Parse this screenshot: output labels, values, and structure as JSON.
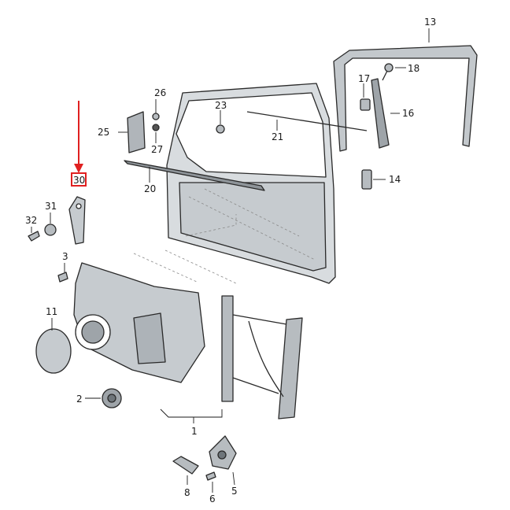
{
  "callouts": [
    "1",
    "2",
    "3",
    "5",
    "6",
    "8",
    "11",
    "13",
    "14",
    "16",
    "17",
    "18",
    "20",
    "21",
    "23",
    "25",
    "26",
    "27",
    "30",
    "31",
    "32"
  ],
  "highlight": {
    "part_number": "30",
    "color": "#e02020"
  },
  "colors": {
    "part_fill": "#cfd3d6",
    "part_dark": "#8e9499",
    "line": "#2a2a2a"
  }
}
